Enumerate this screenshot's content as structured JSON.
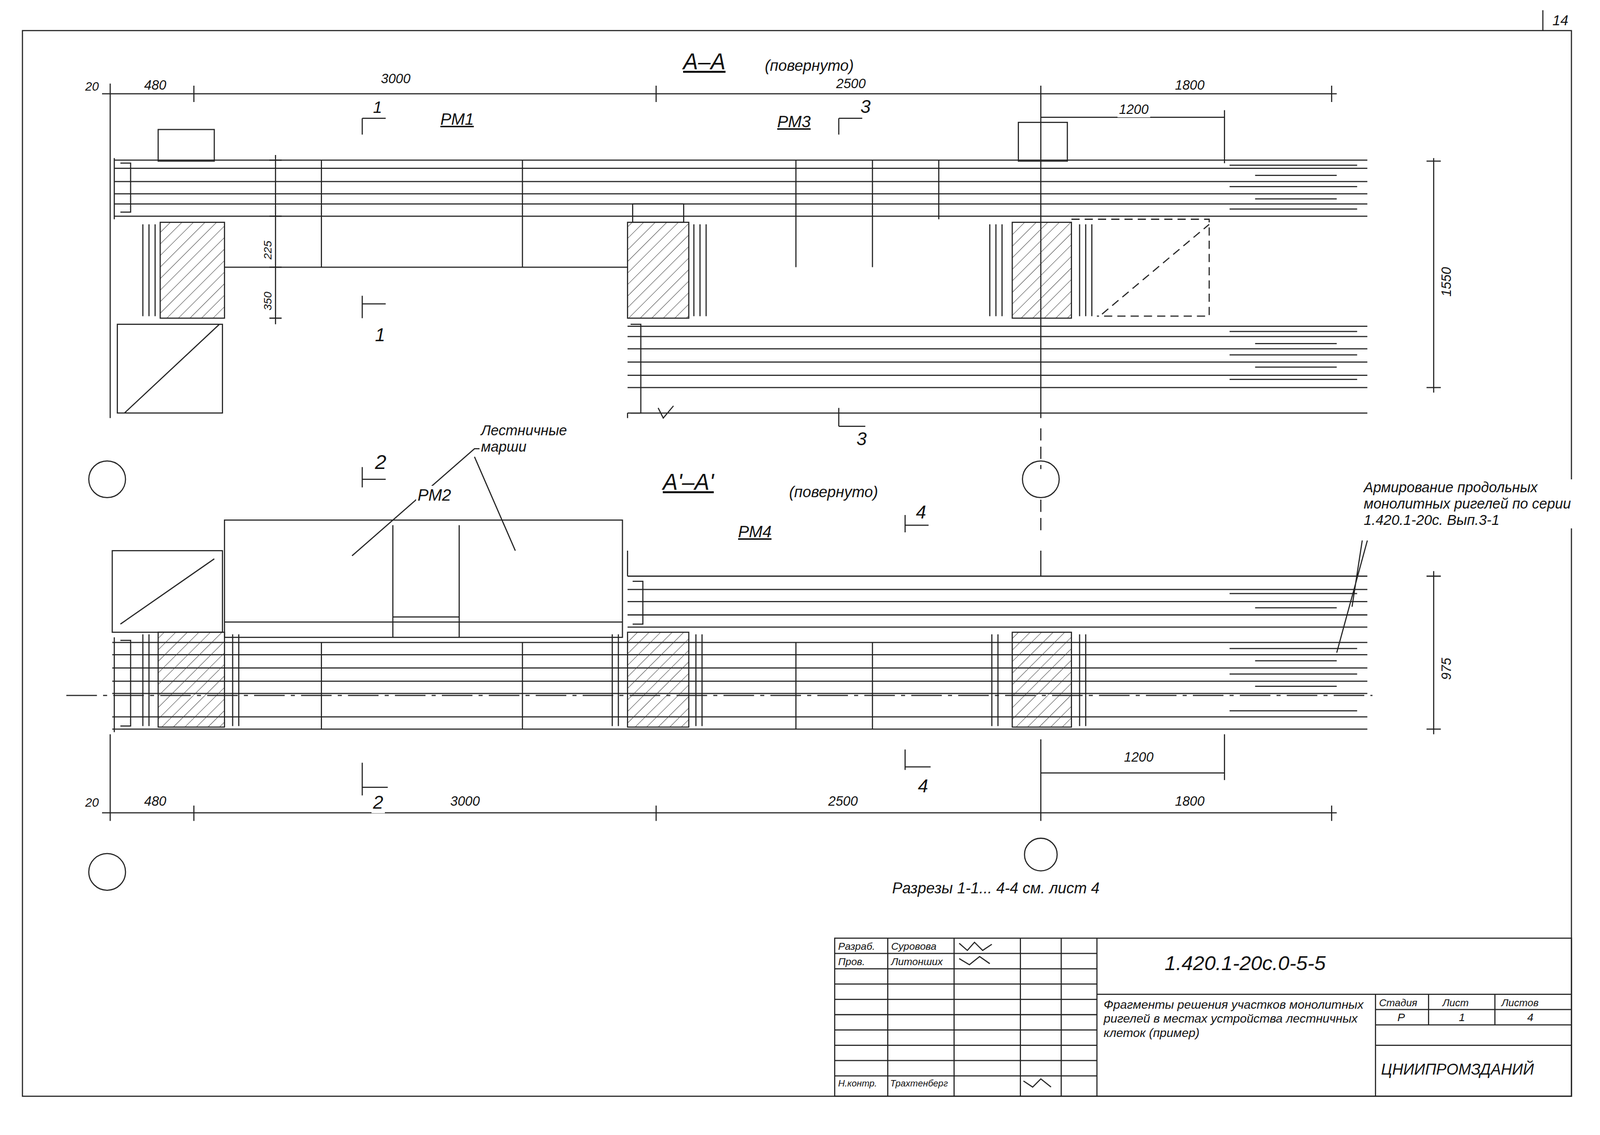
{
  "diagram": {
    "labels": [
      "14",
      "А–А",
      "(повернуто)",
      "20",
      "480",
      "3000",
      "2500",
      "1800",
      "1200",
      "1",
      "РМ1",
      "РМ3",
      "3",
      "225",
      "350",
      "1550",
      "1",
      "3",
      "2",
      "Лестничные марши",
      "РМ2",
      "А'–А'",
      "(повернуто)",
      "РМ4",
      "4",
      "Армирование продольных монолитных ригелей по серии 1.420.1-20с. Вып.3-1",
      "975",
      "2",
      "4",
      "1200",
      "20",
      "480",
      "3000",
      "2500",
      "1800",
      "Разрезы 1-1... 4-4 см. лист 4",
      "Разраб.",
      "Суровова",
      "Пров.",
      "Литонших",
      "Н.контр.",
      "Трахтенберг",
      "1.420.1-20с.0-5-5",
      "Фрагменты решения участков монолитных ригелей в местах устройства лестничных клеток (пример)",
      "Стадия",
      "Лист",
      "Листов",
      "Р",
      "1",
      "4",
      "ЦНИИПРОМЗДАНИЙ"
    ]
  }
}
